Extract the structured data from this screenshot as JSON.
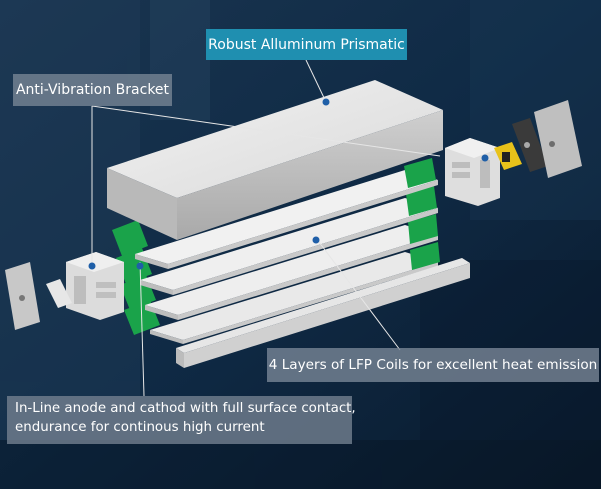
{
  "labels": {
    "prismatic": "Robust Alluminum Prismatic",
    "bracket": "Anti-Vibration Bracket",
    "coils": "4 Layers of LFP Coils for excellent heat emission",
    "anode_line1": "In-Line anode and cathod with full surface contact,",
    "anode_line2": "endurance for continous high current"
  },
  "colors": {
    "callout_highlight": "#1f8fb0",
    "callout_gray": "#7a8796",
    "coil_green": "#1aa34a",
    "terminal_yellow": "#e8c21a"
  }
}
